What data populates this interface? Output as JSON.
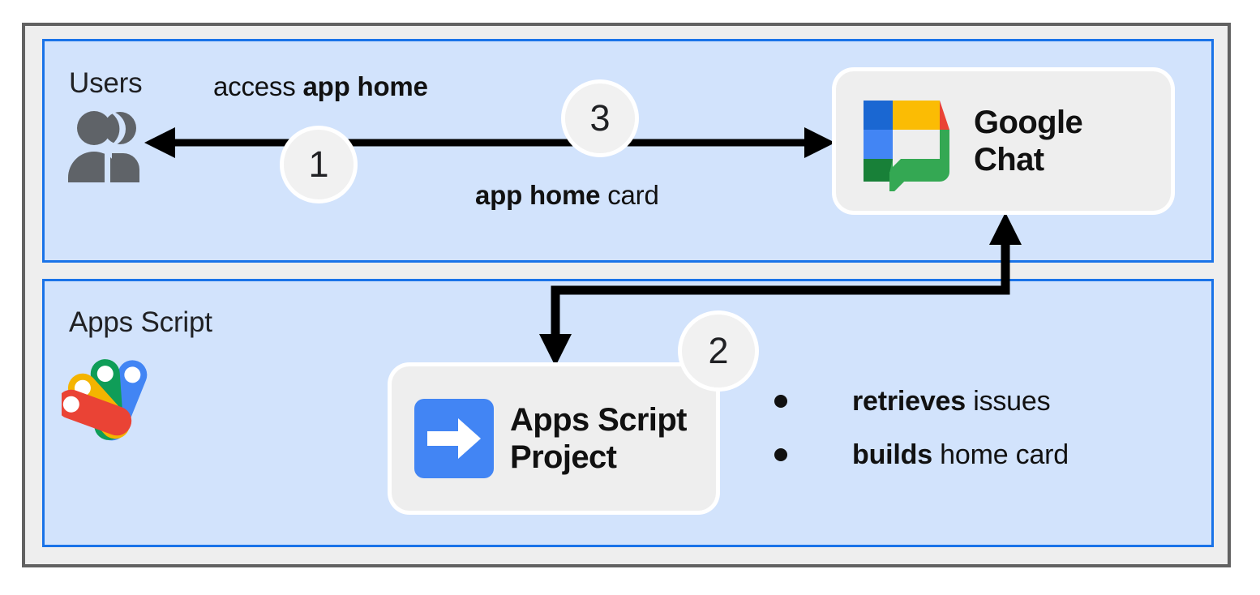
{
  "diagram": {
    "title": "Google Chat app home Apps Script flow",
    "colors": {
      "zone_fill": "#d2e3fc",
      "zone_border": "#1a73e8",
      "frame_fill": "#eeeeee",
      "frame_border": "#616161",
      "card_fill": "#eeeeee",
      "bubble_fill": "#f1f1f1",
      "arrow": "#000000",
      "users_icon": "#5f6368",
      "google_blue": "#1a73e8",
      "google_blue_light": "#4285f4",
      "google_yellow": "#fbbc04",
      "google_red": "#ea4335",
      "google_green": "#34a853",
      "google_green_dark": "#188038"
    }
  },
  "zones": [
    {
      "id": "users",
      "label": "Users"
    },
    {
      "id": "apps-script",
      "label": "Apps Script"
    }
  ],
  "cards": {
    "google_chat": {
      "label": "Google\nChat",
      "icon": "google-chat-logo"
    },
    "apps_script_project": {
      "label": "Apps Script\nProject",
      "icon": "apps-script-project-icon"
    }
  },
  "steps": [
    {
      "number": "1"
    },
    {
      "number": "2"
    },
    {
      "number": "3"
    }
  ],
  "edges": [
    {
      "id": "access-app-home",
      "regular": "access ",
      "bold": "app home",
      "direction": "users-to-chat"
    },
    {
      "id": "app-home-card",
      "bold": "app home",
      "regular": " card",
      "direction": "chat-to-users"
    }
  ],
  "bullets": [
    {
      "bold": "retrieves",
      "regular": " issues"
    },
    {
      "bold": "builds",
      "regular": " home card"
    }
  ],
  "icons": {
    "users": "people-icon",
    "apps_script": "apps-script-logo"
  }
}
